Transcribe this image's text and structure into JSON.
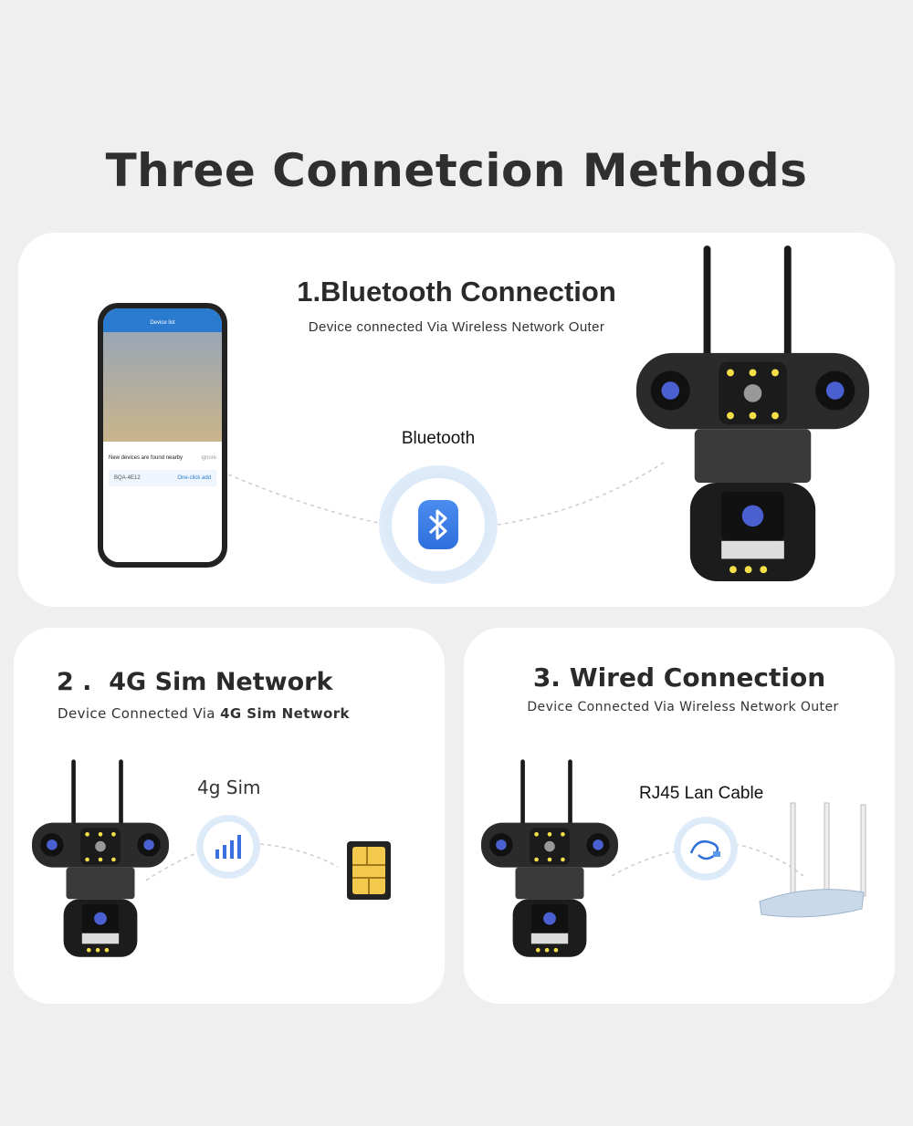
{
  "title": "Three Connetcion Methods",
  "bluetooth": {
    "heading": "1.Bluetooth Connection",
    "subtitle": "Device connected Via Wireless Network Outer",
    "label": "Bluetooth",
    "icon": "bluetooth-icon"
  },
  "phone": {
    "header": "Device list",
    "popup_title": "New devices are found nearby",
    "ignore": "ignore",
    "device_id": "BQA-4E12",
    "action": "One-click add"
  },
  "sim": {
    "heading": "2 .  4G Sim Network",
    "subtitle_prefix": "Device Connected Via ",
    "subtitle_bold": "4G Sim Network",
    "label": "4g Sim",
    "icon": "signal-bars-icon"
  },
  "wired": {
    "heading": "3. Wired Connection",
    "subtitle": "Device Connected Via Wireless Network Outer",
    "label": "RJ45 Lan Cable",
    "icon": "ethernet-cable-icon"
  },
  "colors": {
    "background": "#efefef",
    "card": "#ffffff",
    "accent_blue": "#2f6fdc"
  }
}
